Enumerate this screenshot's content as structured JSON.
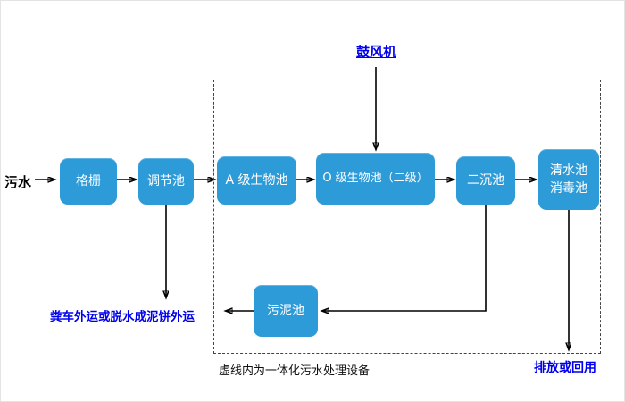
{
  "diagram": {
    "source_label": "污水",
    "blower_label": "鼓风机",
    "discharge_label": "排放或回用",
    "sludge_out_label": "粪车外运或脱水成泥饼外运",
    "dashed_caption": "虚线内为一体化污水处理设备",
    "boxes": {
      "grid": "格栅",
      "regulating": "调节池",
      "a_bio": "A 级生物池",
      "o_bio": "O 级生物池（二级）",
      "secondary_sed": "二沉池",
      "clear_water_line1": "清水池",
      "clear_water_line2": "消毒池",
      "sludge": "污泥池"
    },
    "colors": {
      "box_fill": "#2E9BD9",
      "box_text": "#FFFFFF",
      "accent_text": "#0000EE",
      "arrow": "#000000",
      "dashed_border": "#444444"
    }
  }
}
